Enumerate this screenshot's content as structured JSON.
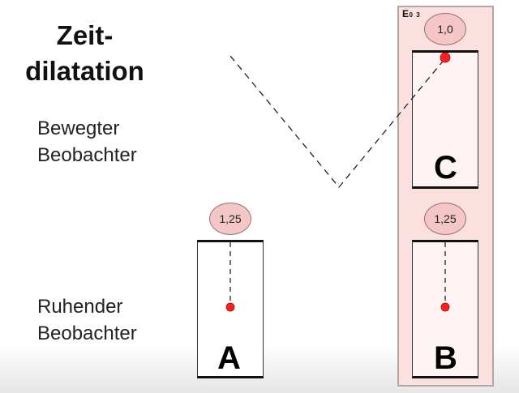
{
  "title": {
    "line1": "Zeit-",
    "line2": "dilatation"
  },
  "labels": {
    "moving_line1": "Bewegter",
    "moving_line2": "Beobachter",
    "resting_line1": "Ruhender",
    "resting_line2": "Beobachter"
  },
  "frame": {
    "label_main": "E",
    "label_sub": "0 3"
  },
  "clocks": {
    "a": "1,25",
    "b": "1,25",
    "c": "1,0"
  },
  "letters": {
    "a": "A",
    "b": "B",
    "c": "C"
  },
  "colors": {
    "frame_fill": "#fbe0e0",
    "clock_fill": "#f4c6c6",
    "dot": "#ff2020"
  }
}
